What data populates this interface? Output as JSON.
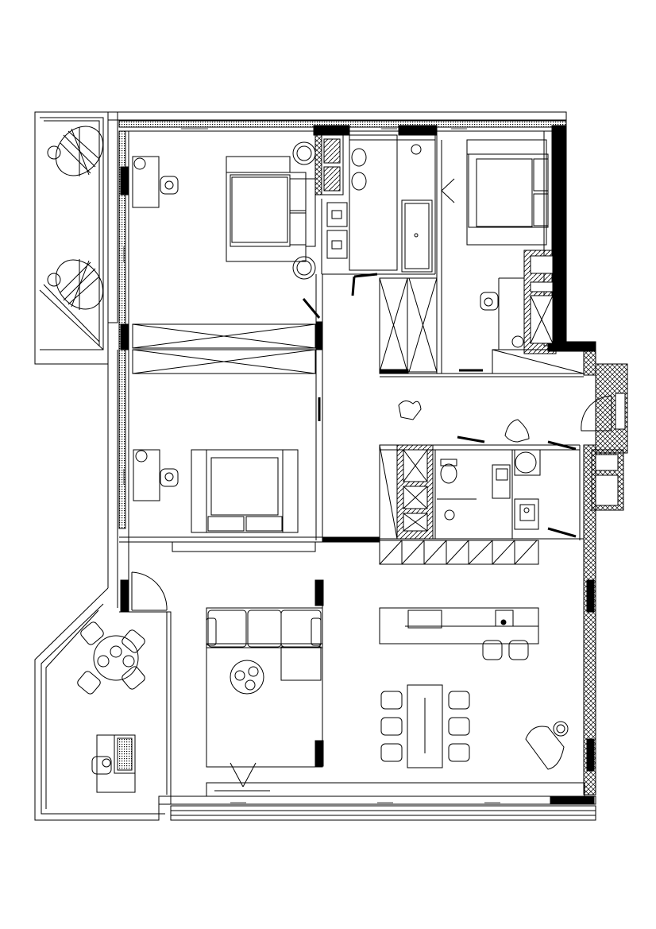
{
  "drawing": {
    "type": "architectural floor plan",
    "line_color": "#000000",
    "background": "#ffffff",
    "hatch_color": "#000000"
  },
  "rooms": [
    {
      "name": "bedroom-1",
      "furniture": [
        "double-bed",
        "two-armchairs",
        "desk",
        "desk-chair"
      ]
    },
    {
      "name": "bedroom-2",
      "furniture": [
        "double-bed",
        "desk",
        "desk-chair"
      ]
    },
    {
      "name": "master-bedroom",
      "furniture": [
        "double-bed",
        "desk-chair",
        "wardrobe"
      ]
    },
    {
      "name": "bathroom-1",
      "furniture": [
        "toilet",
        "bidet",
        "shower",
        "bathtub",
        "double-sink"
      ]
    },
    {
      "name": "bathroom-2",
      "furniture": [
        "toilet",
        "shower",
        "sink",
        "washing-machine"
      ]
    },
    {
      "name": "hallway",
      "furniture": [
        "armchair",
        "entry-door"
      ]
    },
    {
      "name": "living-room",
      "furniture": [
        "sectional-sofa",
        "round-coffee-table",
        "rug"
      ]
    },
    {
      "name": "kitchen",
      "furniture": [
        "kitchen-island",
        "two-bar-stools",
        "counter-cabinets"
      ]
    },
    {
      "name": "dining",
      "furniture": [
        "dining-table",
        "six-chairs",
        "lounge-chair"
      ]
    },
    {
      "name": "balcony-1",
      "furniture": [
        "two-hanging-chairs"
      ]
    },
    {
      "name": "balcony-2",
      "furniture": [
        "round-table",
        "four-chairs",
        "desk",
        "desk-chair"
      ]
    }
  ]
}
